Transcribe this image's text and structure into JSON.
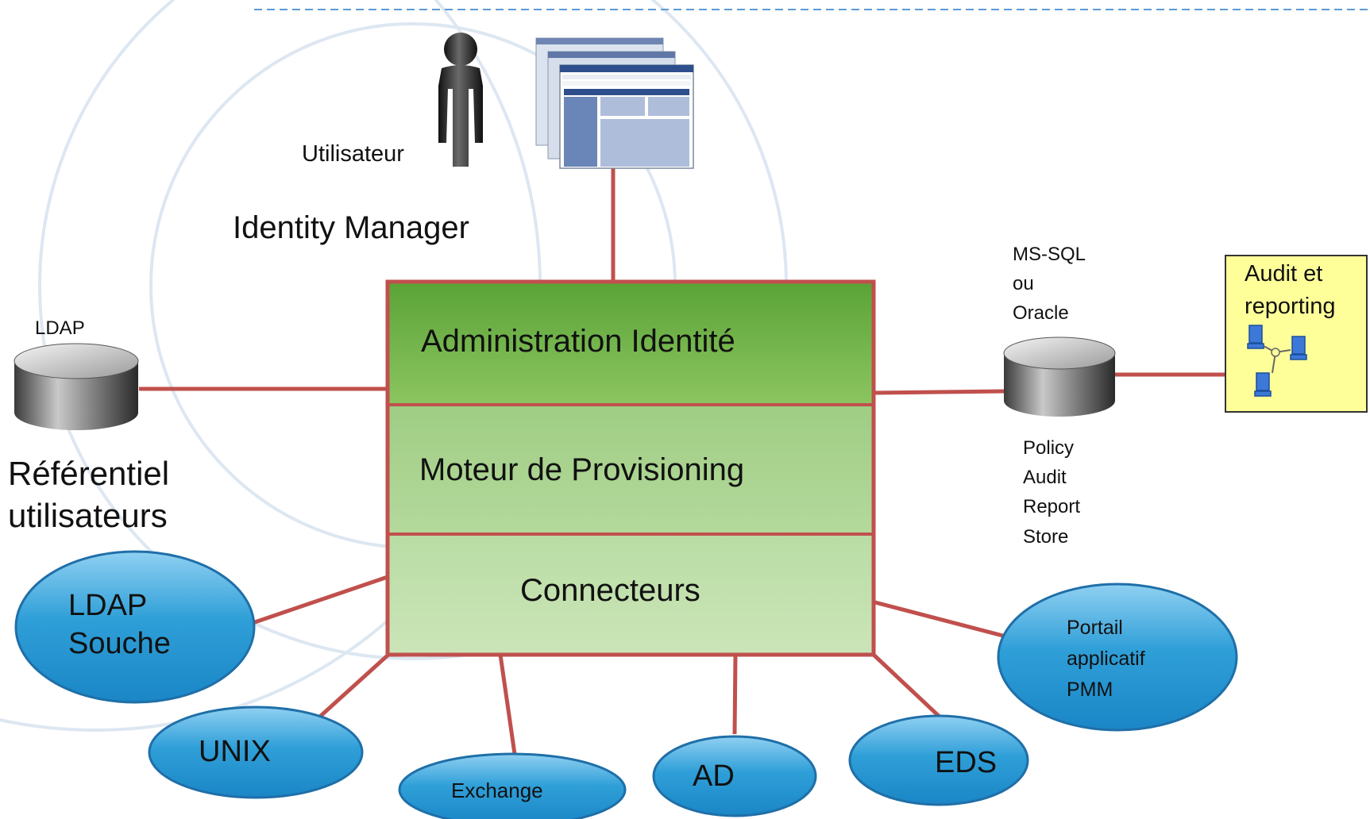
{
  "colors": {
    "line": "#c0504d",
    "box_border": "#c0504d",
    "layer_top": "#6fb33e",
    "layer_mid": "#a9d08e",
    "layer_bottom": "#c5e0b4",
    "ellipse": "#2b9bd6",
    "ellipse_border": "#1f6fa8",
    "audit_box": "#ffff99",
    "dashed_line": "#5b9bd5",
    "watermark": "#dbe6f1"
  },
  "icons": {
    "user": "user-silhouette-icon",
    "browser": "browser-windows-icon",
    "database": "database-cylinder-icon",
    "network": "network-computers-icon"
  },
  "labels": {
    "user": "Utilisateur",
    "identity_manager": "Identity Manager",
    "ldap_top": "LDAP",
    "referentiel": "Référentiel\nutilisateurs",
    "db_type": "MS-SQL\nou\nOracle",
    "policy_store": "Policy\nAudit\nReport\nStore",
    "audit": "Audit et\nreporting"
  },
  "layers": {
    "admin": "Administration Identité",
    "engine": "Moteur de Provisioning",
    "connectors": "Connecteurs"
  },
  "targets": {
    "ldap_souche": "LDAP\nSouche",
    "unix": "UNIX",
    "exchange": "Exchange",
    "ad": "AD",
    "eds": "EDS",
    "portail": "Portail\napplicatif\nPMM"
  }
}
